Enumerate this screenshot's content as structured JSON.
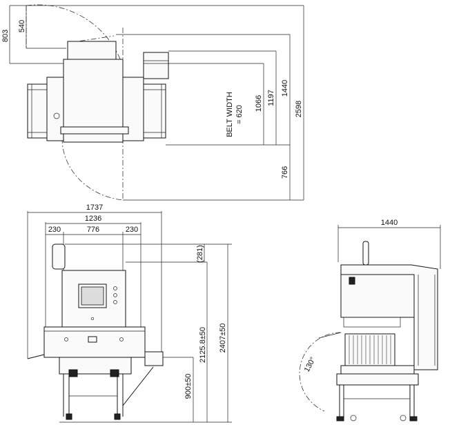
{
  "top_view": {
    "dim_540": "540",
    "dim_803": "803",
    "dim_1066": "1066",
    "dim_1197": "1197",
    "dim_1440": "1440",
    "dim_2598": "2598",
    "dim_766": "766",
    "belt_width_line1": "BELT WIDTH",
    "belt_width_line2": "= 620"
  },
  "front_view": {
    "dim_1737": "1737",
    "dim_1236": "1236",
    "dim_230_left": "230",
    "dim_776": "776",
    "dim_230_right": "230",
    "dim_281": "(281)",
    "dim_2125": "2125.8±50",
    "dim_2407": "2407±50",
    "dim_900": "900±50"
  },
  "side_view": {
    "dim_1440": "1440",
    "angle_130": "130°"
  }
}
